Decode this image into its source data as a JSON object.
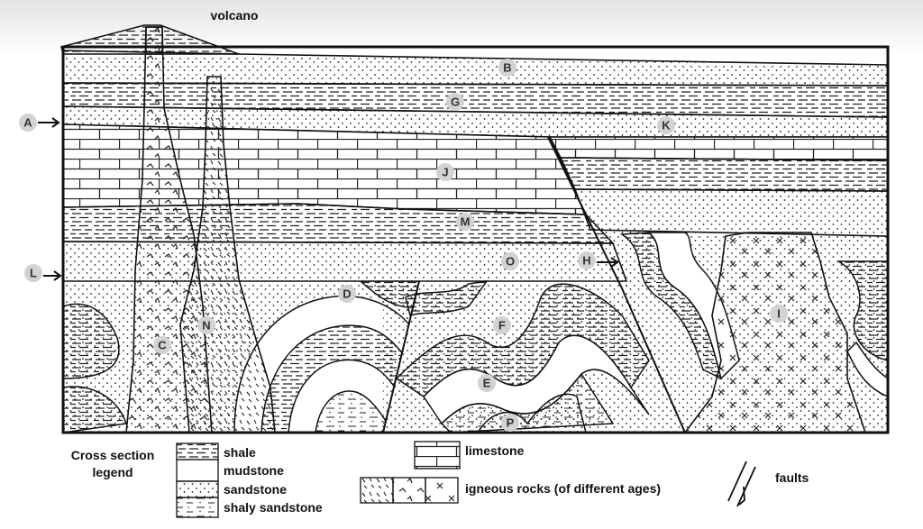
{
  "title": "volcano",
  "labels": {
    "A": "A",
    "B": "B",
    "C": "C",
    "D": "D",
    "E": "E",
    "F": "F",
    "G": "G",
    "H": "H",
    "I": "I",
    "J": "J",
    "K": "K",
    "L": "L",
    "M": "M",
    "N": "N",
    "O": "O",
    "P": "P"
  },
  "legend": {
    "heading_line1": "Cross section",
    "heading_line2": "legend",
    "shale": "shale",
    "mudstone": "mudstone",
    "sandstone": "sandstone",
    "shaly_sandstone": "shaly sandstone",
    "limestone": "limestone",
    "igneous": "igneous rocks (of different ages)",
    "faults": "faults"
  }
}
